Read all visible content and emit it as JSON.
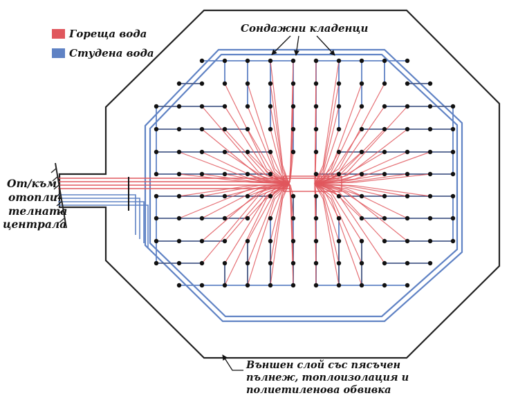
{
  "legend": {
    "hot_label": "Гореща вода",
    "cold_label": "Студена вода"
  },
  "labels": {
    "wells": "Сондажни кладенци",
    "source": [
      "От/към",
      "отопли-",
      "телната",
      "централа"
    ],
    "outer_layer": [
      "Външен слой със пясъчен",
      "пълнеж, топлоизолация и",
      "полиетиленова обвивка"
    ]
  },
  "colors": {
    "hot": "#e0575d",
    "cold": "#5f82c4",
    "outline": "#222222",
    "well": "#111111"
  }
}
